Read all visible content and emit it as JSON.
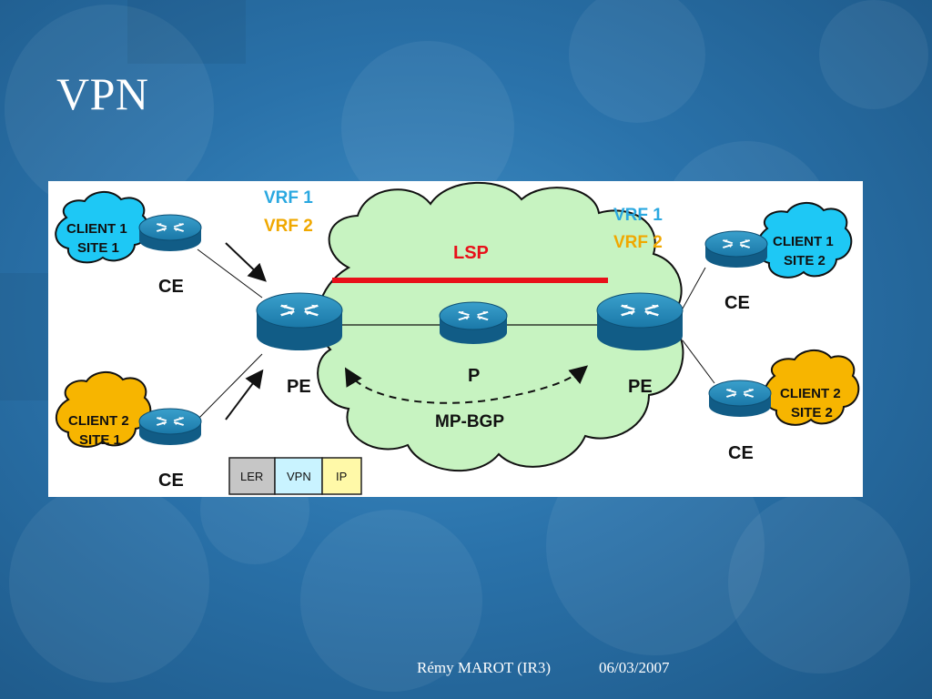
{
  "slide": {
    "title": "VPN"
  },
  "diagram": {
    "lsp_label": "LSP",
    "mpbgp_label": "MP-BGP",
    "left_vrf": [
      "VRF 1",
      "VRF 2"
    ],
    "right_vrf": [
      "VRF 1",
      "VRF 2"
    ],
    "routers": {
      "ce_top_left": "CE",
      "ce_bottom_left": "CE",
      "pe_left": "PE",
      "p_core": "P",
      "pe_right": "PE",
      "ce_top_right": "CE",
      "ce_bottom_right": "CE"
    },
    "clients": {
      "c1s1": [
        "CLIENT 1",
        "SITE 1"
      ],
      "c2s1": [
        "CLIENT 2",
        "SITE 1"
      ],
      "c1s2": [
        "CLIENT 1",
        "SITE 2"
      ],
      "c2s2": [
        "CLIENT 2",
        "SITE 2"
      ]
    },
    "legend": [
      "LER",
      "VPN",
      "IP"
    ],
    "colors": {
      "client1": "#1ec8f5",
      "client2": "#f7b500",
      "cloud": "#c7f3c1",
      "lsp": "#e8101a",
      "router": "#1a78a8",
      "vrf1": "#2aa8e0",
      "vrf2": "#f0a800",
      "legend_ler": "#c6c6c6",
      "legend_vpn": "#c9f3ff",
      "legend_ip": "#fff9a8"
    }
  },
  "footer": {
    "author": "Rémy MAROT (IR3)",
    "date": "06/03/2007"
  }
}
